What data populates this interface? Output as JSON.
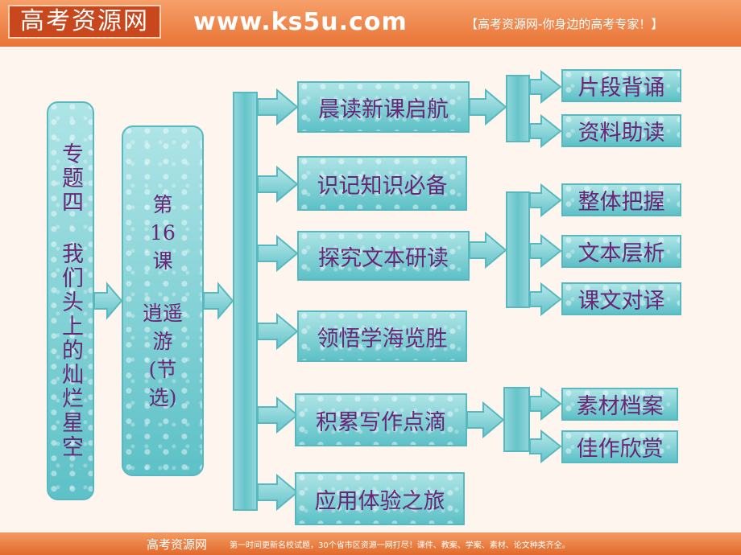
{
  "header": {
    "logo": "高考资源网",
    "url": "www.ks5u.com",
    "slogan": "【高考资源网-你身边的高考专家！】"
  },
  "footer": {
    "logo": "高考资源网",
    "text": "第一时间更新名校试题，30个省市区资源一网打尽！课件、教案、学案、素材、论文种类齐全。"
  },
  "diagram": {
    "topic": "专题四 我们头上的灿烂星空",
    "lesson_line1": "第",
    "lesson_line2": "16",
    "lesson_line3": "课",
    "lesson_line4": "逍遥",
    "lesson_line5": "游",
    "lesson_line6": "(节",
    "lesson_line7": "选)",
    "sections": [
      "晨读新课启航",
      "识记知识必备",
      "探究文本研读",
      "领悟学海览胜",
      "积累写作点滴",
      "应用体验之旅"
    ],
    "sub_section1": [
      "片段背诵",
      "资料助读"
    ],
    "sub_section3": [
      "整体把握",
      "文本层析",
      "课文对译"
    ],
    "sub_section5": [
      "素材档案",
      "佳作欣赏"
    ]
  },
  "colors": {
    "box_fill": "#7fd0d5",
    "text": "#6a2576",
    "banner": "#e97436"
  }
}
